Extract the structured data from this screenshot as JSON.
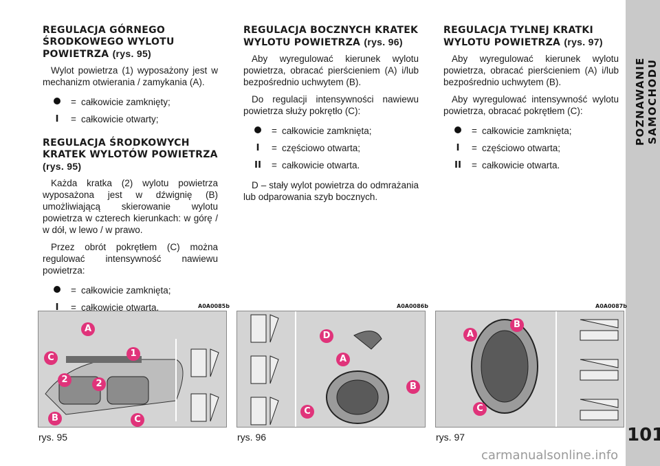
{
  "sidebar": {
    "section": "POZNAWANIE SAMOCHODU",
    "page_number": "101"
  },
  "col1": {
    "h1": "REGULACJA GÓRNEGO ŚRODKOWEGO WYLOTU POWIETRZA",
    "h1_ref": "(rys. 95)",
    "p1": "Wylot powietrza (1) wyposażony jest w mechanizm otwierania / zamykania (A).",
    "list1": [
      {
        "sym": "●",
        "text": "całkowicie zamknięty;"
      },
      {
        "sym": "I",
        "text": "całkowicie otwarty;"
      }
    ],
    "h2": "REGULACJA ŚRODKOWYCH KRATEK WYLOTÓW POWIETRZA",
    "h2_ref": "(rys. 95)",
    "p2": "Każda kratka (2) wylotu powietrza wyposażona jest w dźwignię (B) umożliwiającą skierowanie wylotu powietrza w czterech kierunkach: w górę / w dół, w lewo / w prawo.",
    "p3": "Przez obrót pokrętłem (C) można regulować intensywność nawiewu powietrza:",
    "list2": [
      {
        "sym": "●",
        "text": "całkowicie zamknięta;"
      },
      {
        "sym": "I",
        "text": "całkowicie otwarta."
      }
    ]
  },
  "col2": {
    "h1": "REGULACJA BOCZNYCH KRATEK WYLOTU POWIETRZA",
    "h1_ref": "(rys. 96)",
    "p1": "Aby wyregulować kierunek wylotu powietrza, obracać pierścieniem (A) i/lub bezpośrednio uchwytem (B).",
    "p2": "Do regulacji intensywności nawiewu powietrza służy pokrętło (C):",
    "list": [
      {
        "sym": "●",
        "text": "całkowicie zamknięta;"
      },
      {
        "sym": "I",
        "text": "częściowo otwarta;"
      },
      {
        "sym": "II",
        "text": "całkowicie otwarta."
      }
    ],
    "p3": "D – stały wylot powietrza do odmrażania lub odparowania szyb bocznych."
  },
  "col3": {
    "h1": "REGULACJA TYLNEJ KRATKI WYLOTU POWIETRZA",
    "h1_ref": "(rys. 97)",
    "p1": "Aby wyregulować kierunek wylotu powietrza, obracać pierścieniem (A) i/lub bezpośrednio uchwytem (B).",
    "p2": "Aby wyregulować intensywność wylotu powietrza, obracać pokrętłem (C):",
    "list": [
      {
        "sym": "●",
        "text": "całkowicie zamknięta;"
      },
      {
        "sym": "I",
        "text": "częściowo otwarta;"
      },
      {
        "sym": "II",
        "text": "całkowicie otwarta."
      }
    ]
  },
  "figures": [
    {
      "code": "A0A0085b",
      "caption": "rys. 95",
      "labels": [
        "A",
        "1",
        "C",
        "2",
        "2",
        "B",
        "C"
      ]
    },
    {
      "code": "A0A0086b",
      "caption": "rys. 96",
      "labels": [
        "D",
        "A",
        "B",
        "C"
      ]
    },
    {
      "code": "A0A0087b",
      "caption": "rys. 97",
      "labels": [
        "A",
        "B",
        "C"
      ]
    }
  ],
  "watermark": "carmanualsonline.info",
  "colors": {
    "label_pink": "#e0337a",
    "sidebar_gray": "#c9c9c9",
    "figure_bg": "#d4d4d4"
  }
}
